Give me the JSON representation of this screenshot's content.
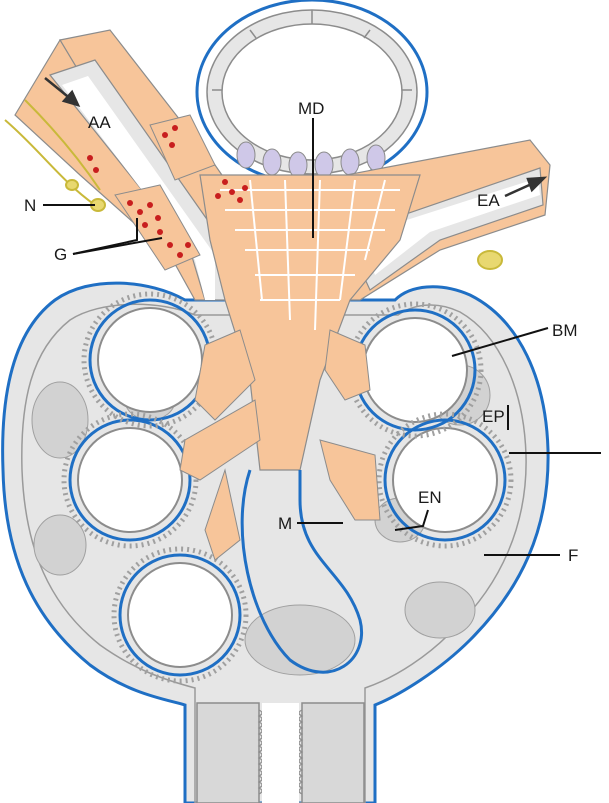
{
  "labels": {
    "aa": "AA",
    "md": "MD",
    "n": "N",
    "g": "G",
    "ea": "EA",
    "bm": "BM",
    "ep": "EP",
    "en": "EN",
    "m": "M",
    "f": "F"
  },
  "colors": {
    "basement_membrane": "#1f6fc4",
    "mesangium": "#f7c59a",
    "tissue_fill": "#e6e6e6",
    "tissue_outline": "#8c8c8c",
    "granule": "#c81e1e",
    "macula_densa_nucleus": "#cfc8e8",
    "nerve": "#e8d870"
  },
  "icons": {
    "arrow_in": "arrow-right-down-icon",
    "arrow_out": "arrow-right-up-icon"
  }
}
